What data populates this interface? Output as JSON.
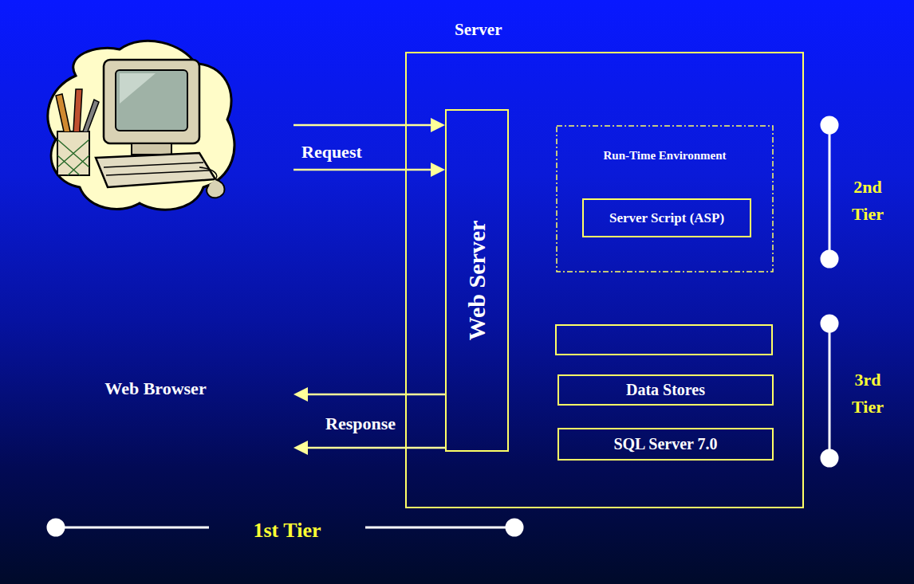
{
  "diagram": {
    "nodes": [
      {
        "text": [
          "Web Browser"
        ]
      },
      {
        "text": [
          "Server"
        ]
      },
      {
        "text": [
          "Web Server"
        ],
        "in": 1
      },
      {
        "text": [
          "Run-Time Environment"
        ],
        "in": 1
      },
      {
        "text": [
          "Server Script (ASP)"
        ],
        "in": 3
      },
      {
        "text": [
          "Data Stores"
        ],
        "in": 1
      },
      {
        "text": [
          "SQL Server 7.0"
        ],
        "in": 1
      }
    ],
    "edges": [
      {
        "from": 0,
        "to": 2,
        "arrow": "to",
        "label": "Request"
      },
      {
        "from": 0,
        "to": 2,
        "arrow": "to"
      },
      {
        "from": 2,
        "to": 0,
        "arrow": "to",
        "label": "Response"
      },
      {
        "from": 2,
        "to": 0,
        "arrow": "to"
      }
    ],
    "labels": [
      "2nd Tier",
      "3rd Tier",
      "1st Tier"
    ]
  }
}
